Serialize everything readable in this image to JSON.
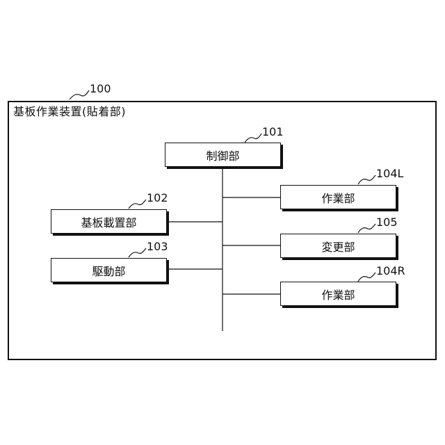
{
  "diagram": {
    "outer_ref": "100",
    "outer_label": "基板作業装置(貼着部)",
    "nodes": {
      "control": {
        "ref": "101",
        "label": "制御部"
      },
      "work_left": {
        "ref": "104L",
        "label": "作業部"
      },
      "board_place": {
        "ref": "102",
        "label": "基板載置部"
      },
      "change": {
        "ref": "105",
        "label": "変更部"
      },
      "drive": {
        "ref": "103",
        "label": "駆動部"
      },
      "work_right": {
        "ref": "104R",
        "label": "作業部"
      }
    }
  }
}
